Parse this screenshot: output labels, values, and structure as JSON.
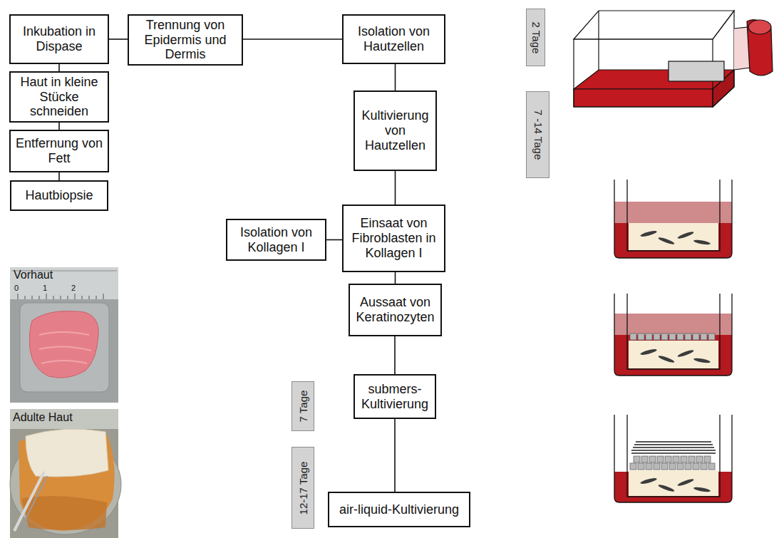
{
  "diagram": {
    "nodes": [
      {
        "text": [
          "Inkubation in Dispase"
        ]
      },
      {
        "text": [
          "Trennung von Epidermis und Dermis"
        ]
      },
      {
        "text": [
          "Isolation von Hautzellen"
        ]
      },
      {
        "text": [
          "Haut in kleine Stücke schneiden"
        ]
      },
      {
        "text": [
          "Entfernung von Fett"
        ]
      },
      {
        "text": [
          "Hautbiopsie"
        ]
      },
      {
        "text": [
          "Kultivierung von Hautzellen"
        ]
      },
      {
        "text": [
          "Isolation von Kollagen I"
        ]
      },
      {
        "text": [
          "Einsaat von Fibroblasten in Kollagen I"
        ]
      },
      {
        "text": [
          "Aussaat von Keratinozyten"
        ]
      },
      {
        "text": [
          "submers-Kultivierung"
        ]
      },
      {
        "text": [
          "air-liquid-Kultivierung"
        ]
      },
      {
        "text": [
          "2 Tage"
        ]
      },
      {
        "text": [
          "7 -14 Tage"
        ]
      },
      {
        "text": [
          "7 Tage"
        ]
      },
      {
        "text": [
          "12-17 Tage"
        ]
      }
    ],
    "edges": [
      {
        "from": 5,
        "to": 4,
        "arrow": "none"
      },
      {
        "from": 4,
        "to": 3,
        "arrow": "none"
      },
      {
        "from": 3,
        "to": 0,
        "arrow": "none"
      },
      {
        "from": 0,
        "to": 1,
        "arrow": "none"
      },
      {
        "from": 1,
        "to": 2,
        "arrow": "none"
      },
      {
        "from": 2,
        "to": 6,
        "arrow": "none"
      },
      {
        "from": 6,
        "to": 8,
        "arrow": "none"
      },
      {
        "from": 7,
        "to": 8,
        "arrow": "none"
      },
      {
        "from": 8,
        "to": 9,
        "arrow": "none"
      },
      {
        "from": 9,
        "to": 10,
        "arrow": "none"
      },
      {
        "from": 10,
        "to": 11,
        "arrow": "none"
      }
    ],
    "labels": [
      "Vorhaut",
      "0",
      "1",
      "2",
      "Adulte Haut"
    ]
  }
}
